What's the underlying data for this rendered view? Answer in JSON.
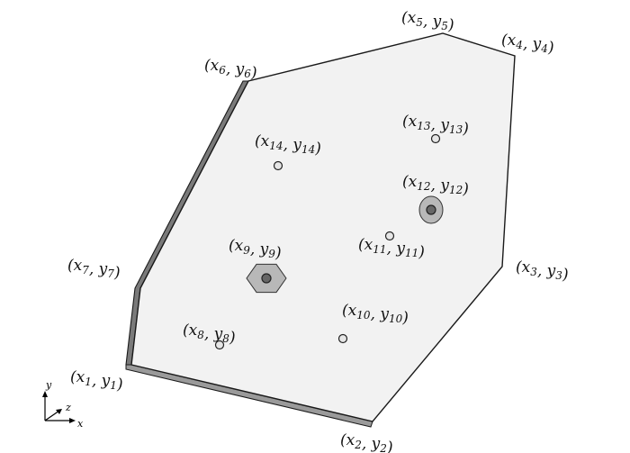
{
  "vertices": [
    {
      "id": "v1",
      "label": "(x",
      "sub": "1",
      "label2": ", y",
      "sub2": "1",
      "close": ")"
    },
    {
      "id": "v2",
      "label": "(x",
      "sub": "2",
      "label2": ", y",
      "sub2": "2",
      "close": ")"
    },
    {
      "id": "v3",
      "label": "(x",
      "sub": "3",
      "label2": ", y",
      "sub2": "3",
      "close": ")"
    },
    {
      "id": "v4",
      "label": "(x",
      "sub": "4",
      "label2": ", y",
      "sub2": "4",
      "close": ")"
    },
    {
      "id": "v5",
      "label": "(x",
      "sub": "5",
      "label2": ", y",
      "sub2": "5",
      "close": ")"
    },
    {
      "id": "v6",
      "label": "(x",
      "sub": "6",
      "label2": ", y",
      "sub2": "6",
      "close": ")"
    },
    {
      "id": "v7",
      "label": "(x",
      "sub": "7",
      "label2": ", y",
      "sub2": "7",
      "close": ")"
    }
  ],
  "points": [
    {
      "id": "p8",
      "label": "(x",
      "sub": "8",
      "label2": ", y",
      "sub2": "8",
      "close": ")",
      "marker": "small"
    },
    {
      "id": "p9",
      "label": "(x",
      "sub": "9",
      "label2": ", y",
      "sub2": "9",
      "close": ")",
      "marker": "hexagon"
    },
    {
      "id": "p10",
      "label": "(x",
      "sub": "10",
      "label2": ", y",
      "sub2": "10",
      "close": ")",
      "marker": "small"
    },
    {
      "id": "p11",
      "label": "(x",
      "sub": "11",
      "label2": ", y",
      "sub2": "11",
      "close": ")",
      "marker": "small"
    },
    {
      "id": "p12",
      "label": "(x",
      "sub": "12",
      "label2": ", y",
      "sub2": "12",
      "close": ")",
      "marker": "circle"
    },
    {
      "id": "p13",
      "label": "(x",
      "sub": "13",
      "label2": ", y",
      "sub2": "13",
      "close": ")",
      "marker": "small"
    },
    {
      "id": "p14",
      "label": "(x",
      "sub": "14",
      "label2": ", y",
      "sub2": "14",
      "close": ")",
      "marker": "small"
    }
  ],
  "axes": {
    "x": "x",
    "y": "y",
    "z": "z"
  }
}
